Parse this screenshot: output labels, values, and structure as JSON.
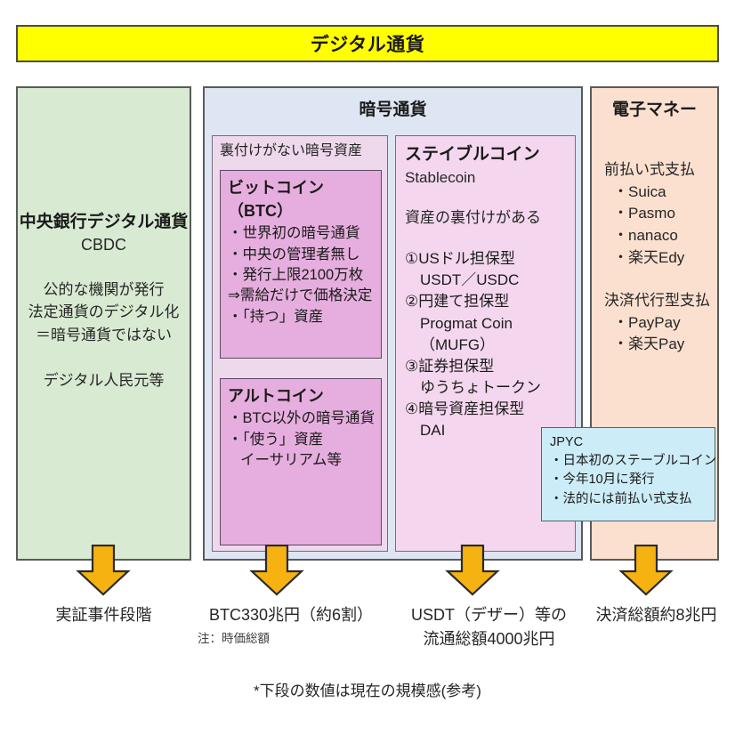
{
  "title": "デジタル通貨",
  "columns": {
    "cbdc": {
      "title": "中央銀行デジタル通貨",
      "abbr": "CBDC",
      "lines": [
        "公的な機関が発行",
        "法定通貨のデジタル化",
        "＝暗号通貨ではない"
      ],
      "example": "デジタル人民元等"
    },
    "crypto": {
      "header": "暗号通貨",
      "unbacked": {
        "label": "裏付けがない暗号資産",
        "bitcoin": {
          "title": "ビットコイン（BTC）",
          "lines": [
            "・世界初の暗号通貨",
            "・中央の管理者無し",
            "・発行上限2100万枚",
            "⇒需給だけで価格決定",
            "・「持つ」資産"
          ]
        },
        "altcoin": {
          "title": "アルトコイン",
          "lines": [
            "・BTC以外の暗号通貨",
            "・「使う」資産"
          ],
          "indented_lines": [
            "イーサリアム等"
          ]
        }
      },
      "stablecoin": {
        "title": "ステイブルコイン",
        "subtitle": "Stablecoin",
        "note": "資産の裏付けがある",
        "items": [
          {
            "text": "①USドル担保型",
            "indent": false
          },
          {
            "text": "USDT／USDC",
            "indent": true
          },
          {
            "text": "②円建て担保型",
            "indent": false
          },
          {
            "text": "Progmat Coin",
            "indent": true
          },
          {
            "text": "（MUFG）",
            "indent": true
          },
          {
            "text": "③証券担保型",
            "indent": false
          },
          {
            "text": "ゆうちょトークン",
            "indent": true
          },
          {
            "text": "④暗号資産担保型",
            "indent": false
          },
          {
            "text": "DAI",
            "indent": true
          }
        ]
      }
    },
    "emoney": {
      "header": "電子マネー",
      "groups": [
        {
          "title": "前払い式支払",
          "items": [
            "・Suica",
            "・Pasmo",
            "・nanaco",
            "・楽天Edy"
          ]
        },
        {
          "title": "決済代行型支払",
          "items": [
            "・PayPay",
            "・楽天Pay"
          ]
        }
      ]
    }
  },
  "jpyc": {
    "title": "JPYC",
    "lines": [
      "・日本初のステーブルコイン",
      "・今年10月に発行",
      "・法的には前払い式支払"
    ]
  },
  "captions": {
    "cbdc": "実証事件段階",
    "btc_line1": "BTC330兆円（約6割）",
    "btc_note": "注：時価総額",
    "usdt_line1": "USDT（デザー）等の",
    "usdt_line2": "流通総額4000兆円",
    "emoney": "決済総額約8兆円"
  },
  "footnote": "*下段の数値は現在の規模感(参考)",
  "colors": {
    "title_bg": "#ffff00",
    "cbdc_bg": "#d9ead3",
    "crypto_bg": "#dde6f2",
    "emoney_bg": "#fbe0d0",
    "unbacked_bg": "#eed8ec",
    "subbox_bg": "#e6aede",
    "stable_bg": "#f4d7ee",
    "jpyc_bg": "#ccecf7",
    "arrow_fill": "#f5b210"
  }
}
